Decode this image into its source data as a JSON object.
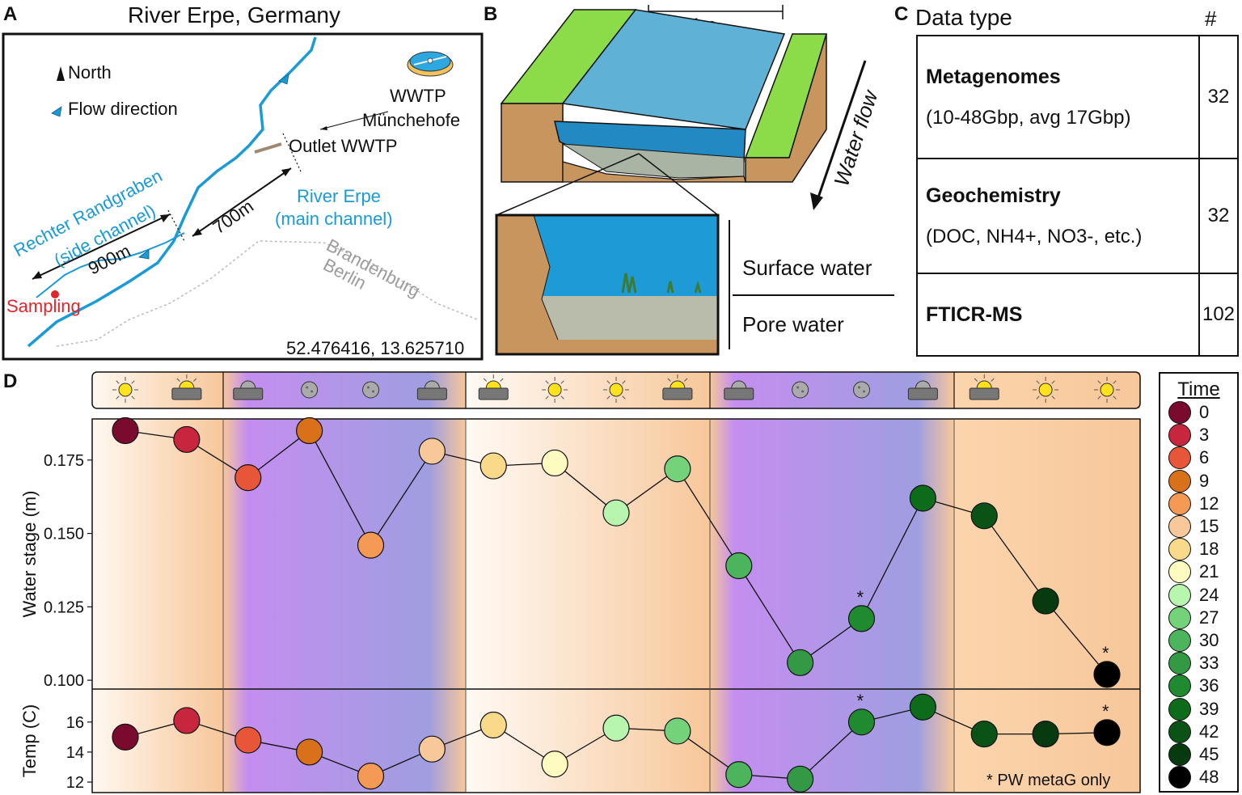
{
  "panel_a": {
    "letter": "A",
    "title": "River Erpe, Germany",
    "legend_north": "North",
    "legend_flow": "Flow direction",
    "wwtp_name": "WWTP",
    "wwtp_place": "Münchehofe",
    "outlet": "Outlet WWTP",
    "main_channel_line1": "River Erpe",
    "main_channel_line2": "(main channel)",
    "side_channel_line1": "Rechter Randgraben",
    "side_channel_line2": "(side channel)",
    "dist_700": "700m",
    "dist_900": "900m",
    "sampling": "Sampling",
    "border_line1": "Brandenburg",
    "border_line2": "Berlin",
    "coords": "52.476416, 13.625710",
    "colors": {
      "river": "#1a9ad6",
      "sampling": "#e0262b",
      "border_text": "#9b9b9b"
    }
  },
  "panel_b": {
    "letter": "B",
    "width_label": "~1m",
    "flow_label": "Water flow",
    "surface": "Surface water",
    "pore": "Pore water"
  },
  "panel_c": {
    "letter": "C",
    "header_type": "Data type",
    "header_count": "#",
    "rows": [
      {
        "name": "Metagenomes",
        "detail": "(10-48Gbp, avg 17Gbp)",
        "count": "32"
      },
      {
        "name": "Geochemistry",
        "detail": "(DOC, NH4+, NO3-, etc.)",
        "count": "32"
      },
      {
        "name": "FTICR-MS",
        "detail": "",
        "count": "102"
      }
    ]
  },
  "panel_d": {
    "letter": "D",
    "weather_icons": [
      "sun",
      "sunset",
      "moonset",
      "moon",
      "moon",
      "moonrise",
      "sunrise",
      "sun",
      "sun",
      "sunset",
      "moonset",
      "moon",
      "moon",
      "moonrise",
      "sunrise",
      "sun",
      "sun"
    ],
    "legend_title": "Time",
    "footnote": "* PW metaG only",
    "chart_data": [
      {
        "type": "line",
        "ylabel": "Water stage (m)",
        "xlabel": "",
        "ylim": [
          0.097,
          0.189
        ],
        "yticks": [
          "0.100",
          "0.125",
          "0.150",
          "0.175"
        ],
        "x": [
          0,
          3,
          6,
          9,
          12,
          15,
          18,
          21,
          24,
          27,
          30,
          33,
          36,
          39,
          42,
          45,
          48
        ],
        "values": [
          0.185,
          0.182,
          0.169,
          0.185,
          0.146,
          0.178,
          0.173,
          0.174,
          0.157,
          0.172,
          0.139,
          0.106,
          0.121,
          0.162,
          0.156,
          0.127,
          0.102
        ],
        "starred_x": [
          36,
          48
        ],
        "grid": false
      },
      {
        "type": "line",
        "ylabel": "Temp (C)",
        "xlabel": "",
        "ylim": [
          11.3,
          18.2
        ],
        "yticks": [
          "12",
          "14",
          "16"
        ],
        "x": [
          0,
          3,
          6,
          9,
          12,
          15,
          18,
          21,
          24,
          27,
          30,
          33,
          36,
          39,
          42,
          45,
          48
        ],
        "values": [
          15.0,
          16.1,
          14.8,
          14.0,
          12.4,
          14.2,
          15.8,
          13.2,
          15.6,
          15.4,
          12.5,
          12.2,
          16.0,
          17.0,
          15.2,
          15.2,
          15.3
        ],
        "starred_x": [
          36,
          48
        ],
        "grid": false
      }
    ],
    "time_legend": [
      {
        "label": "0",
        "color": "#7a0a2e"
      },
      {
        "label": "3",
        "color": "#c8253f"
      },
      {
        "label": "6",
        "color": "#e8563a"
      },
      {
        "label": "9",
        "color": "#d9711b"
      },
      {
        "label": "12",
        "color": "#f59a55"
      },
      {
        "label": "15",
        "color": "#f8c89a"
      },
      {
        "label": "18",
        "color": "#f9d98a"
      },
      {
        "label": "21",
        "color": "#fdfbc0"
      },
      {
        "label": "24",
        "color": "#b8f5ae"
      },
      {
        "label": "27",
        "color": "#74d27b"
      },
      {
        "label": "30",
        "color": "#4bb45c"
      },
      {
        "label": "33",
        "color": "#339945"
      },
      {
        "label": "36",
        "color": "#1f8a30"
      },
      {
        "label": "39",
        "color": "#0d6b1c"
      },
      {
        "label": "42",
        "color": "#0a5216"
      },
      {
        "label": "45",
        "color": "#083a10"
      },
      {
        "label": "48",
        "color": "#000000"
      }
    ]
  }
}
